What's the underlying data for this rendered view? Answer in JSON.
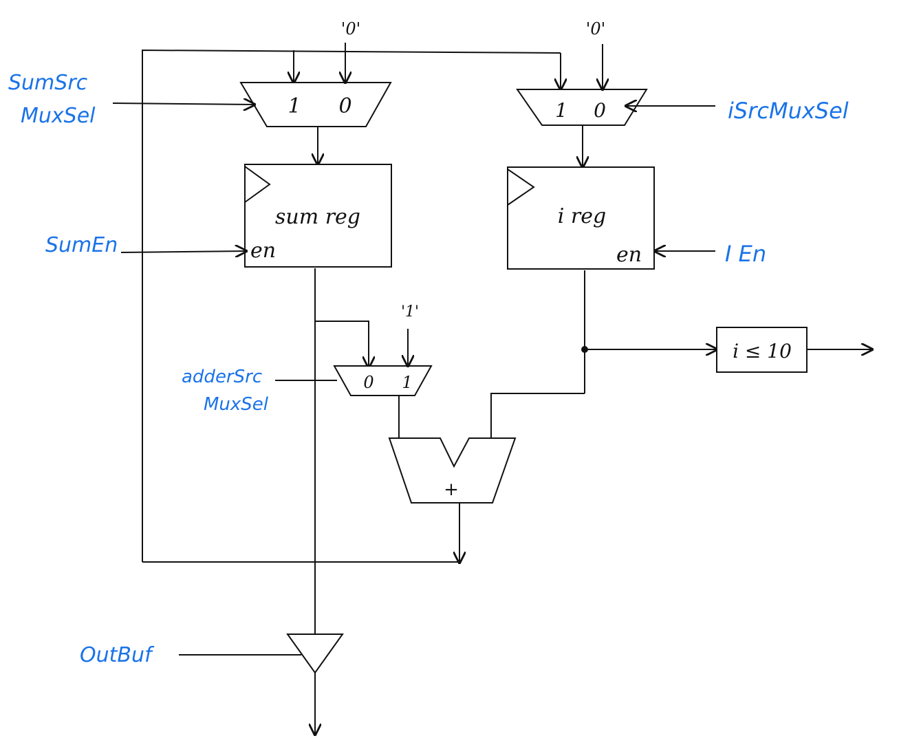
{
  "colors": {
    "ink": "#111111",
    "signal": "#1a73e8",
    "background": "#ffffff"
  },
  "signals": {
    "sum_src_line1": "SumSrc",
    "sum_src_line2": "MuxSel",
    "sum_en": "SumEn",
    "i_src_mux_sel": "iSrcMuxSel",
    "i_en": "I En",
    "adder_src_line1": "adderSrc",
    "adder_src_line2": "MuxSel",
    "out_buf": "OutBuf"
  },
  "constants": {
    "sum_mux_zero": "'0'",
    "i_mux_zero": "'0'",
    "adder_mux_one": "'1'"
  },
  "sum_mux": {
    "in1": "1",
    "in0": "0"
  },
  "i_mux": {
    "in1": "1",
    "in0": "0"
  },
  "adder_mux": {
    "in0": "0",
    "in1": "1"
  },
  "sum_reg": {
    "label": "sum reg",
    "enable": "en"
  },
  "i_reg": {
    "label": "i reg",
    "enable": "en"
  },
  "adder": {
    "symbol": "+"
  },
  "comparator": {
    "label": "i ≤ 10"
  }
}
